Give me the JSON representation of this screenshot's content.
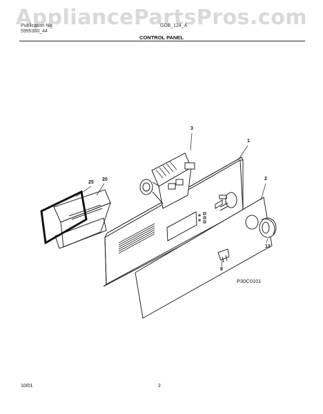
{
  "watermark": {
    "text": "AppliancePartsPros.com"
  },
  "header": {
    "brand": "Publication No",
    "publication_no": "5995360_44",
    "model": "GDB_124_A"
  },
  "page_title": "CONTROL PANEL",
  "callouts": [
    "1",
    "2",
    "3",
    "8",
    "13",
    "20",
    "25"
  ],
  "figure_code": "P30C0101",
  "footer": {
    "date": "10/01",
    "page": "2"
  },
  "colors": {
    "line": "#222222",
    "watermark": "#b9b9b9"
  }
}
